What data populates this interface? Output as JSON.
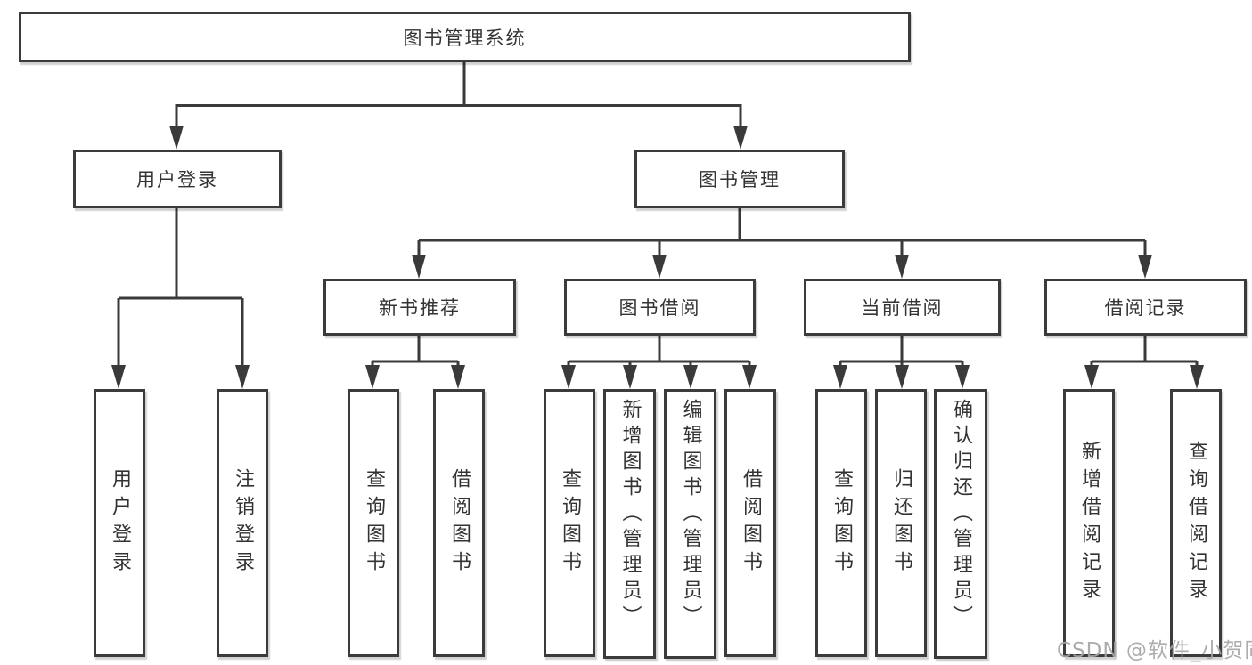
{
  "tree": {
    "root": {
      "label": "图书管理系统"
    },
    "branches": [
      {
        "label": "用户登录",
        "children": [
          {
            "label": "用户登录"
          },
          {
            "label": "注销登录"
          }
        ]
      },
      {
        "label": "图书管理",
        "children": [
          {
            "label": "新书推荐",
            "children": [
              {
                "label": "查询图书"
              },
              {
                "label": "借阅图书"
              }
            ]
          },
          {
            "label": "图书借阅",
            "children": [
              {
                "label": "查询图书"
              },
              {
                "label": "新增图书（管理员）"
              },
              {
                "label": "编辑图书（管理员）"
              },
              {
                "label": "借阅图书"
              }
            ]
          },
          {
            "label": "当前借阅",
            "children": [
              {
                "label": "查询图书"
              },
              {
                "label": "归还图书"
              },
              {
                "label": "确认归还（管理员）"
              }
            ]
          },
          {
            "label": "借阅记录",
            "children": [
              {
                "label": "新增借阅记录"
              },
              {
                "label": "查询借阅记录"
              }
            ]
          }
        ]
      }
    ]
  },
  "watermark": "CSDN @软件_小贺同学",
  "colors": {
    "line": "#3a3a3a",
    "box_border": "#3b3b3b",
    "text": "#333333",
    "background": "#ffffff",
    "watermark": "#a5a5a5"
  }
}
